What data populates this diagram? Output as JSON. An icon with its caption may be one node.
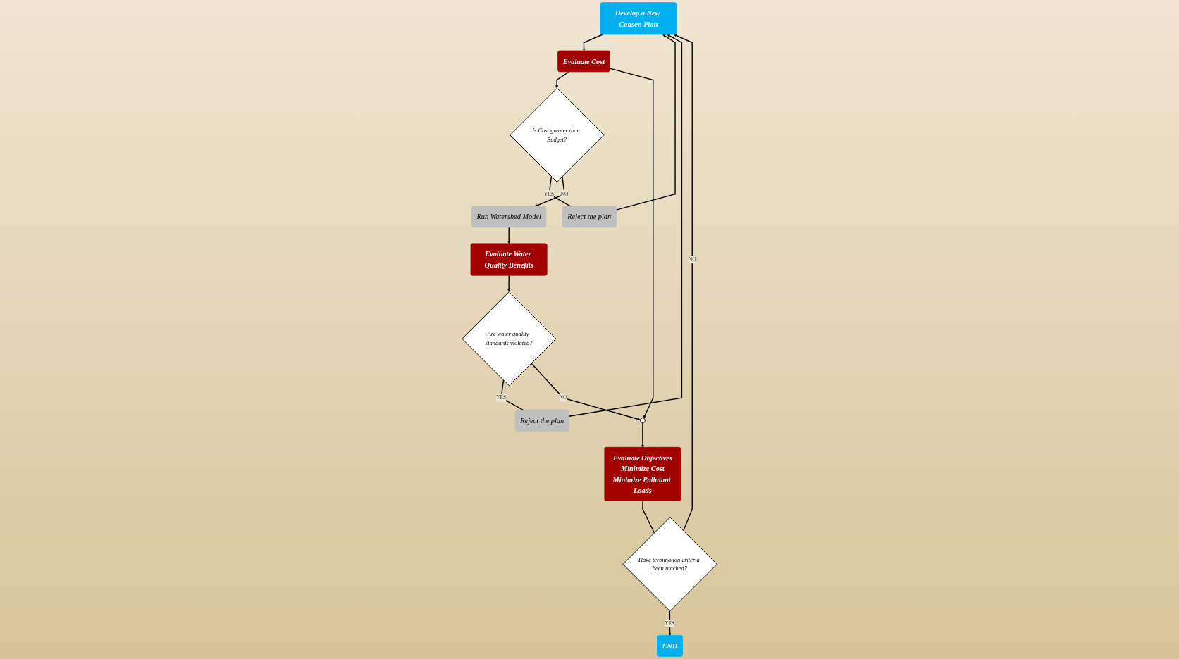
{
  "diagram": {
    "nodes": [
      {
        "text": [
          "Develop a New Conser. Plan"
        ]
      },
      {
        "text": [
          "Evaluate Cost"
        ]
      },
      {
        "text": [
          "Is Cost greater than Budget?"
        ]
      },
      {
        "text": [
          "Reject the plan"
        ]
      },
      {
        "text": [
          "Run Watershed Model"
        ]
      },
      {
        "text": [
          "Evaluate Water Quality Benefits"
        ]
      },
      {
        "text": [
          "Are water quality standards violated?"
        ]
      },
      {
        "text": [
          "Reject the plan"
        ]
      },
      {
        "text": [],
        "shape": "circle"
      },
      {
        "text": [
          "Evaluate Objectives",
          "Minimize Cost",
          "Minimize Pollutant Loads"
        ]
      },
      {
        "text": [
          "Have termination criteria been reached?"
        ]
      },
      {
        "text": [
          "END"
        ]
      }
    ],
    "edges": [
      {
        "from": 0,
        "to": 1,
        "arrow": "to"
      },
      {
        "from": 1,
        "to": 2,
        "arrow": "to"
      },
      {
        "from": 1,
        "to": 8,
        "arrow": "to"
      },
      {
        "from": 2,
        "to": 3,
        "label": "YES",
        "arrow": "none"
      },
      {
        "from": 3,
        "to": 0,
        "arrow": "to"
      },
      {
        "from": 2,
        "to": 4,
        "label": "NO",
        "arrow": "to"
      },
      {
        "from": 4,
        "to": 5,
        "arrow": "to"
      },
      {
        "from": 5,
        "to": 6,
        "arrow": "to"
      },
      {
        "from": 6,
        "to": 7,
        "label": "YES",
        "arrow": "none"
      },
      {
        "from": 7,
        "to": 0,
        "arrow": "to"
      },
      {
        "from": 6,
        "to": 8,
        "label": "NO",
        "arrow": "to"
      },
      {
        "from": 8,
        "to": 9,
        "arrow": "to"
      },
      {
        "from": 9,
        "to": 10,
        "arrow": "none"
      },
      {
        "from": 10,
        "to": 11,
        "label": "YES",
        "arrow": "to"
      },
      {
        "from": 10,
        "to": 0,
        "label": "NO",
        "arrow": "to"
      }
    ]
  }
}
